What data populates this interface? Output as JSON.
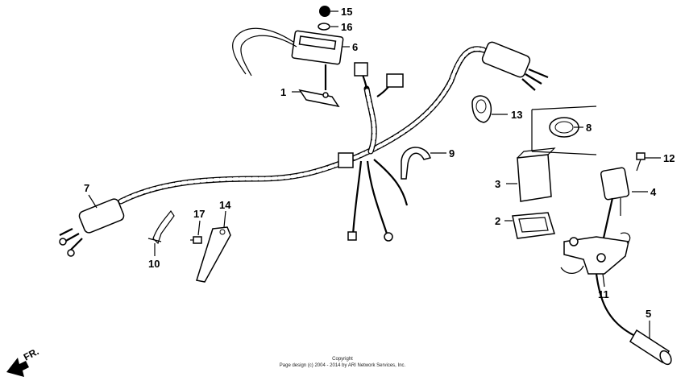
{
  "callouts": [
    {
      "id": "c15",
      "label": "15"
    },
    {
      "id": "c16",
      "label": "16"
    },
    {
      "id": "c6",
      "label": "6"
    },
    {
      "id": "c1",
      "label": "1"
    },
    {
      "id": "c13",
      "label": "13"
    },
    {
      "id": "c8",
      "label": "8"
    },
    {
      "id": "c9",
      "label": "9"
    },
    {
      "id": "c12",
      "label": "12"
    },
    {
      "id": "c3",
      "label": "3"
    },
    {
      "id": "c4",
      "label": "4"
    },
    {
      "id": "c2",
      "label": "2"
    },
    {
      "id": "c7",
      "label": "7"
    },
    {
      "id": "c17",
      "label": "17"
    },
    {
      "id": "c14",
      "label": "14"
    },
    {
      "id": "c10",
      "label": "10"
    },
    {
      "id": "c11",
      "label": "11"
    },
    {
      "id": "c5",
      "label": "5"
    }
  ],
  "direction_label": "FR.",
  "copyright": {
    "line1": "Copyright",
    "line2": "Page design (c) 2004 - 2014 by ARI Network Services, Inc."
  }
}
